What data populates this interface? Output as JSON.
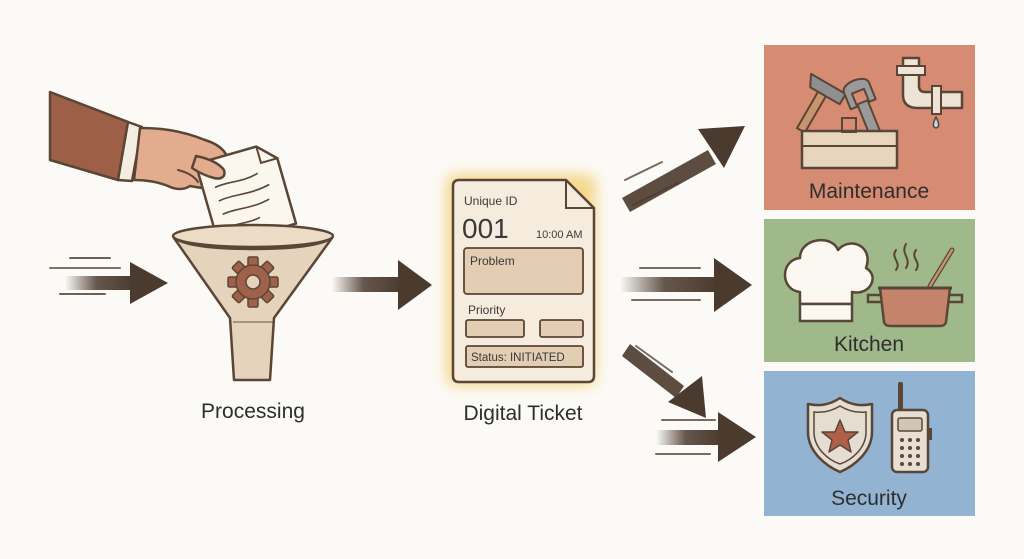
{
  "processing": {
    "label": "Processing"
  },
  "ticket": {
    "caption": "Digital Ticket",
    "unique_id_label": "Unique ID",
    "id_value": "001",
    "time": "10:00 AM",
    "problem_label": "Problem",
    "priority_label": "Priority",
    "status_text": "Status: INITIATED"
  },
  "departments": [
    {
      "label": "Maintenance",
      "color": "#d68b73"
    },
    {
      "label": "Kitchen",
      "color": "#9fb98a"
    },
    {
      "label": "Security",
      "color": "#92b4d2"
    }
  ],
  "colors": {
    "arrow": "#4b3a2e",
    "outline": "#5a4636",
    "funnel_fill": "#e6d3bb",
    "gear": "#a0614a",
    "sleeve": "#9e5f47",
    "skin": "#e4ac8e",
    "ticket_glow": "#f3d27a",
    "ticket_fill": "#f6ecdd"
  }
}
